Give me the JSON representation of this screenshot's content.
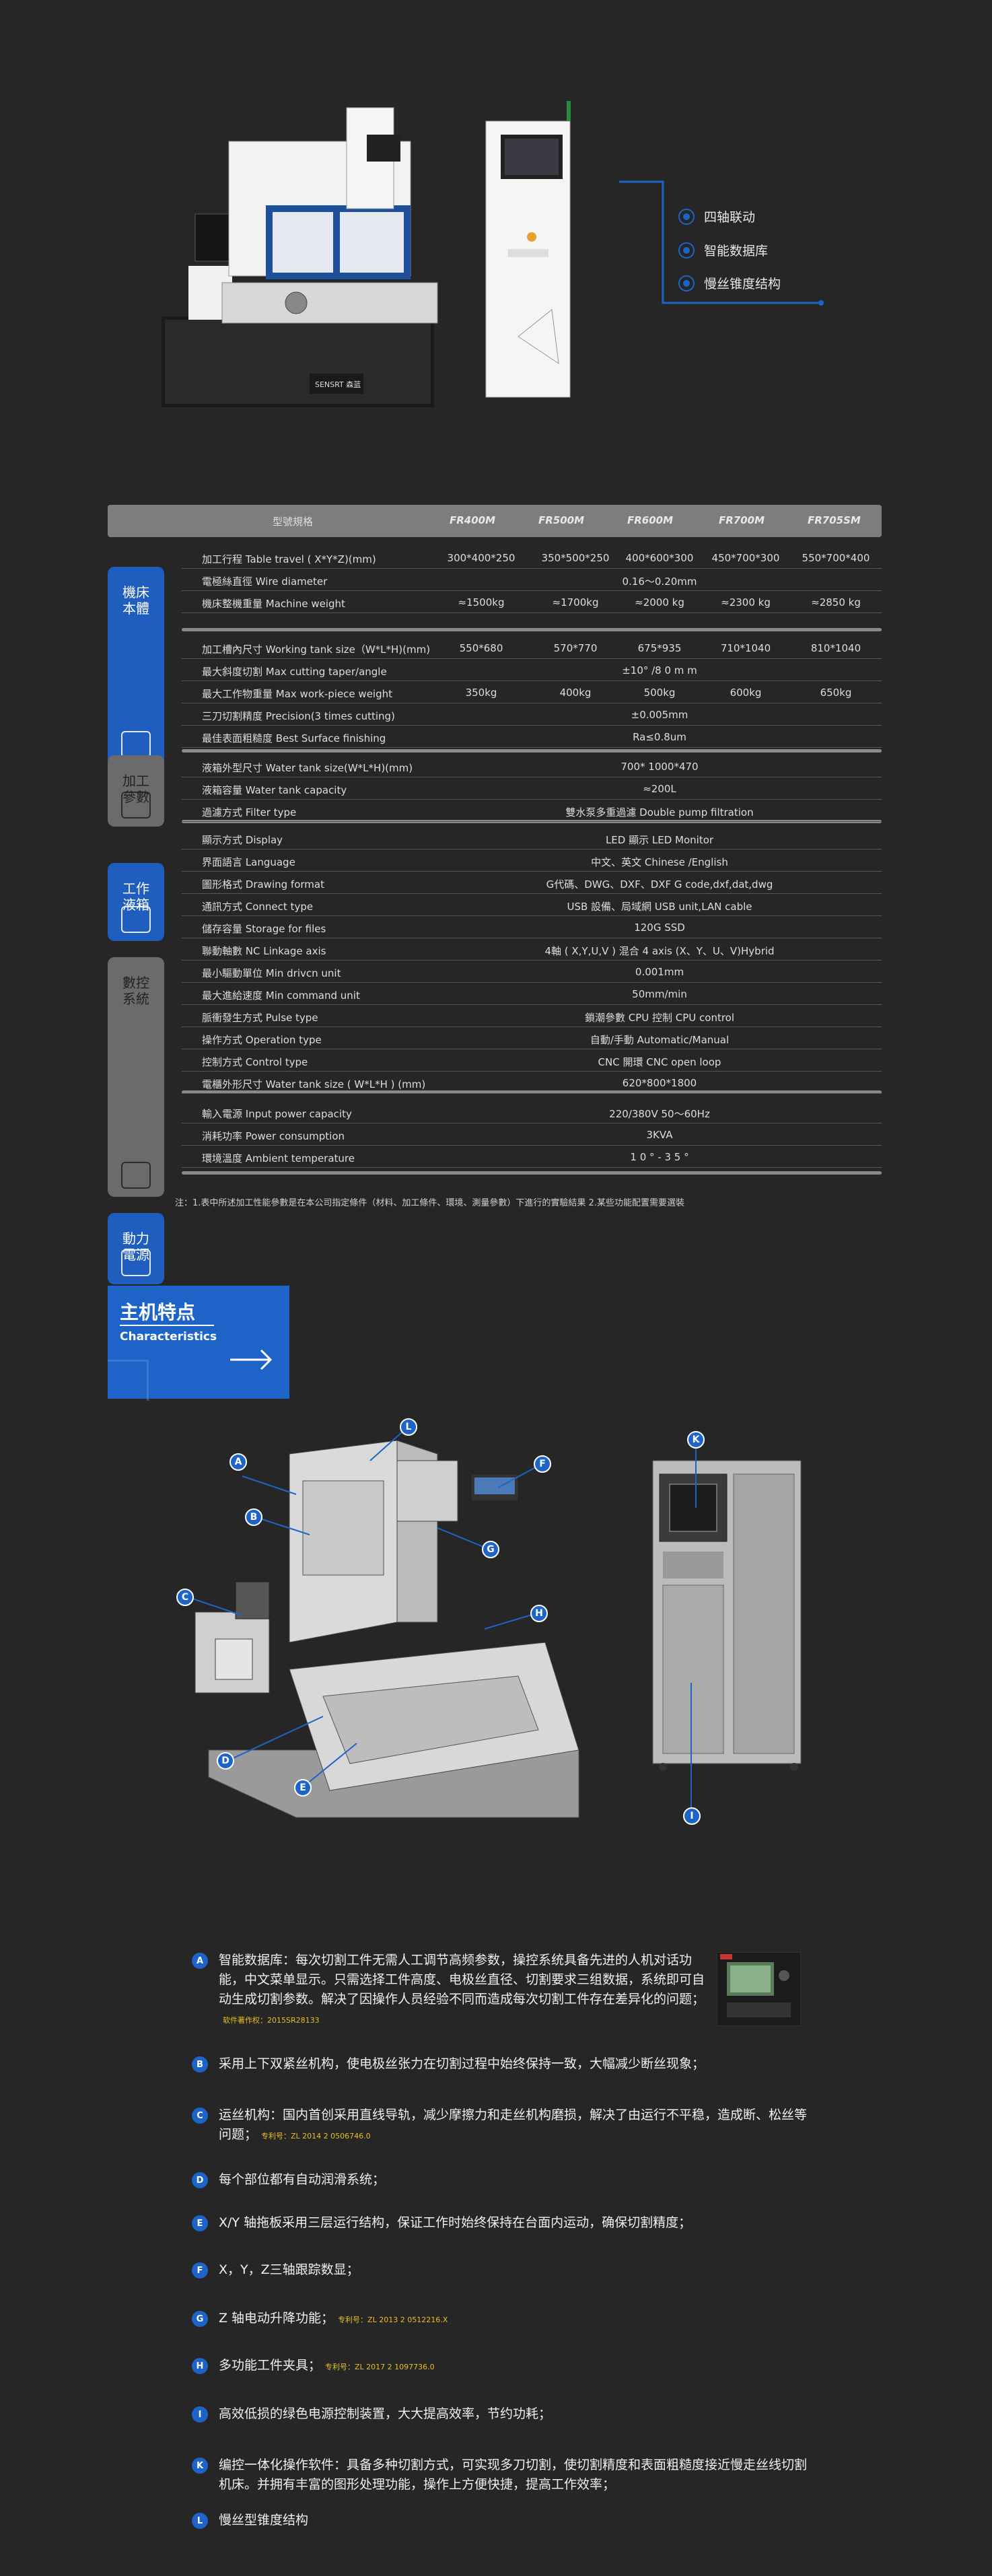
{
  "features": [
    "四轴联动",
    "智能数据库",
    "慢丝锥度结构"
  ],
  "brand_text": "SENSRT 森蓝",
  "spec": {
    "header": [
      "型號規格",
      "FR400M",
      "FR500M",
      "FR600M",
      "FR700M",
      "FR705SM"
    ],
    "groups": [
      {
        "label": "機床\n本體",
        "style": "blue"
      },
      {
        "label": "加工\n參數",
        "style": "gray"
      },
      {
        "label": "工作\n液箱",
        "style": "blue"
      },
      {
        "label": "數控\n系統",
        "style": "gray"
      },
      {
        "label": "動力\n電源",
        "style": "blue"
      }
    ],
    "rows": [
      {
        "label": "加工行程 Table travel ( X*Y*Z)(mm)",
        "cells": [
          "300*400*250",
          "350*500*250",
          "400*600*300",
          "450*700*300",
          "550*700*400"
        ]
      },
      {
        "label": "電極絲直徑 Wire diameter",
        "span": "0.16～0.20mm"
      },
      {
        "label": "機床整機重量 Machine weight",
        "cells": [
          "≈1500kg",
          "≈1700kg",
          "≈2000 kg",
          "≈2300 kg",
          "≈2850 kg"
        ]
      },
      {
        "label": "加工槽內尺寸 Working tank size（W*L*H)(mm)",
        "cells": [
          "550*680",
          "570*770",
          "675*935",
          "710*1040",
          "810*1040"
        ]
      },
      {
        "label": "最大斜度切割 Max cutting taper/angle",
        "span": "±10° /8 0 m m"
      },
      {
        "label": "最大工作物重量 Max work-piece weight",
        "cells": [
          "350kg",
          "400kg",
          "500kg",
          "600kg",
          "650kg"
        ]
      },
      {
        "label": "三刀切割精度 Precision(3 times cutting)",
        "span": "±0.005mm"
      },
      {
        "label": "最佳表面粗糙度 Best Surface finishing",
        "span": "Ra≤0.8um"
      },
      {
        "label": "液箱外型尺寸 Water tank size(W*L*H)(mm)",
        "span": "700* 1000*470"
      },
      {
        "label": "液箱容量 Water tank capacity",
        "span": "≈200L"
      },
      {
        "label": "過濾方式 Filter type",
        "span": "雙水泵多重過濾 Double pump filtration"
      },
      {
        "label": "顯示方式 Display",
        "span": "LED 顯示 LED Monitor"
      },
      {
        "label": "界面語言 Language",
        "span": "中文、英文 Chinese /English"
      },
      {
        "label": "圖形格式 Drawing format",
        "span": "G代碼、DWG、DXF、DXF G code,dxf,dat,dwg"
      },
      {
        "label": "通訊方式 Connect type",
        "span": "USB 設備、局域網 USB unit,LAN cable"
      },
      {
        "label": "儲存容量 Storage for files",
        "span": "120G SSD"
      },
      {
        "label": "聯動軸數 NC Linkage axis",
        "span": "4軸 ( X,Y,U,V ) 混合 4 axis (X、Y、U、V)Hybrid"
      },
      {
        "label": "最小驅動單位 Min drivcn unit",
        "span": "0.001mm"
      },
      {
        "label": "最大進給速度 Min command unit",
        "span": "50mm/min"
      },
      {
        "label": "脈衝發生方式 Pulse type",
        "span": "鎖潮參數 CPU 控制 CPU control"
      },
      {
        "label": "操作方式 Operation type",
        "span": "自動/手動 Automatic/Manual"
      },
      {
        "label": "控制方式 Control type",
        "span": "CNC 開環 CNC open loop"
      },
      {
        "label": "電櫃外形尺寸 Water tank size ( W*L*H ) (mm)",
        "span": "620*800*1800"
      },
      {
        "label": "輸入電源 Input power capacity",
        "span": "220/380V 50～60Hz"
      },
      {
        "label": "消耗功率 Power consumption",
        "span": "3KVA"
      },
      {
        "label": "環境溫度 Ambient temperature",
        "span": "1 0 ° - 3 5 °"
      }
    ],
    "note": "注：1.表中所述加工性能參數是在本公司指定條件（材料、加工條件、環境、測量參數）下進行的實驗結果 2.某些功能配置需要選裝"
  },
  "characteristics": {
    "title_cn": "主机特点",
    "title_en": "Characteristics",
    "callouts": [
      "A",
      "B",
      "C",
      "D",
      "E",
      "F",
      "G",
      "H",
      "I",
      "K",
      "L"
    ],
    "items": [
      {
        "letter": "A",
        "text": "智能数据库：每次切割工件无需人工调节高频参数，操控系统具备先进的人机对话功能，中文菜单显示。只需选择工件高度、电极丝直径、切割要求三组数据，系统即可自动生成切割参数。解决了因操作人员经验不同而造成每次切割工件存在差异化的问题；",
        "patent": "软件著作权：2015SR28133"
      },
      {
        "letter": "B",
        "text": "采用上下双紧丝机构，使电极丝张力在切割过程中始终保持一致，大幅减少断丝现象；",
        "patent": ""
      },
      {
        "letter": "C",
        "text": "运丝机构：国内首创采用直线导轨，减少摩擦力和走丝机构磨损，解决了由运行不平稳，造成断、松丝等问题；",
        "patent": "专利号：ZL 2014 2 0506746.0"
      },
      {
        "letter": "D",
        "text": "每个部位都有自动润滑系统；",
        "patent": ""
      },
      {
        "letter": "E",
        "text": "X/Y 轴拖板采用三层运行结构，保证工作时始终保持在台面内运动，确保切割精度；",
        "patent": ""
      },
      {
        "letter": "F",
        "text": "X，Y，Z三轴跟踪数显；",
        "patent": ""
      },
      {
        "letter": "G",
        "text": "Z 轴电动升降功能；",
        "patent": "专利号：ZL 2013 2 0512216.X"
      },
      {
        "letter": "H",
        "text": "多功能工件夹具；",
        "patent": "专利号：ZL 2017 2 1097736.0"
      },
      {
        "letter": "I",
        "text": "高效低损的绿色电源控制装置，大大提高效率，节约功耗；",
        "patent": ""
      },
      {
        "letter": "K",
        "text": "编控一体化操作软件：具备多种切割方式，可实现多刀切割，使切割精度和表面粗糙度接近慢走丝线切割机床。并拥有丰富的图形处理功能，操作上方便快捷，提高工作效率；",
        "patent": ""
      },
      {
        "letter": "L",
        "text": "慢丝型锥度结构",
        "patent": ""
      }
    ]
  },
  "colors": {
    "accent": "#1e64c8",
    "background": "#262626"
  }
}
